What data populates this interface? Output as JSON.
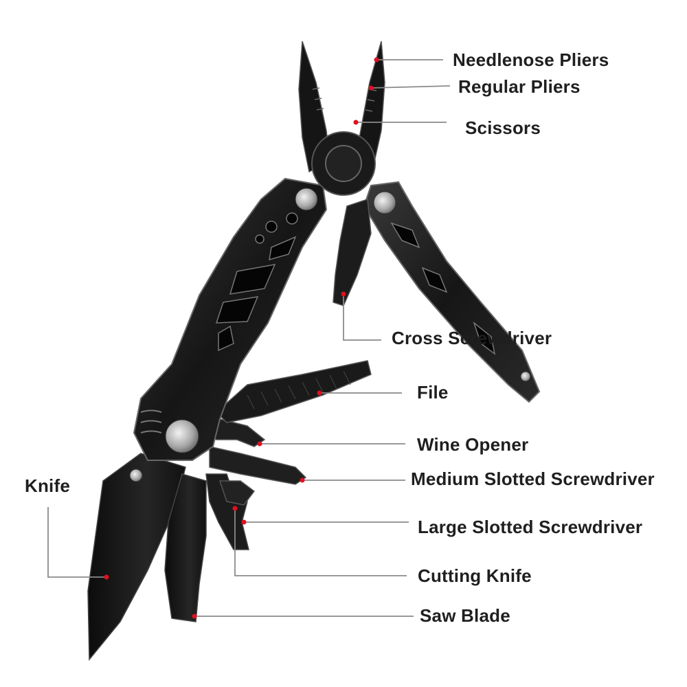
{
  "labels": {
    "needlenose_pliers": "Needlenose Pliers",
    "regular_pliers": "Regular Pliers",
    "scissors": "Scissors",
    "cross_screwdriver": "Cross Screwdriver",
    "file": "File",
    "wine_opener": "Wine Opener",
    "medium_slotted_screwdriver": "Medium Slotted Screwdriver",
    "large_slotted_screwdriver": "Large Slotted Screwdriver",
    "cutting_knife": "Cutting Knife",
    "saw_blade": "Saw Blade",
    "knife": "Knife"
  },
  "colors": {
    "tool_body": "#1a1a1a",
    "tool_edge": "#555555",
    "leader_line": "#8a8a8a",
    "marker_dot": "#e01020",
    "label_text": "#1f1f1f"
  }
}
